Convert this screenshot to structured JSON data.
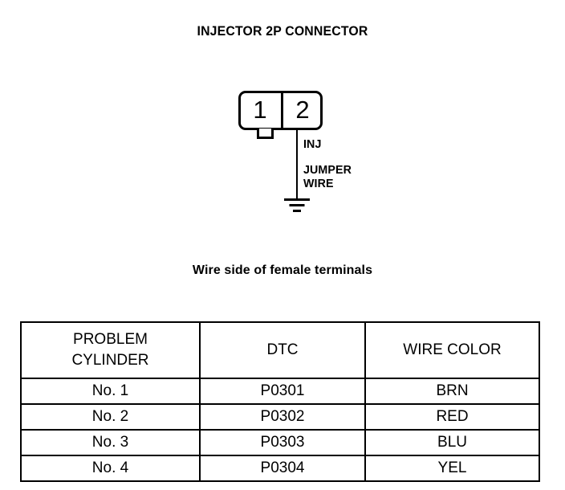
{
  "diagram": {
    "title": "INJECTOR 2P CONNECTOR",
    "caption": "Wire side of female terminals",
    "connector": {
      "pin_1_label": "1",
      "pin_2_label": "2"
    },
    "labels": {
      "inj": "INJ",
      "jumper": "JUMPER",
      "wire": "WIRE"
    },
    "icons": {
      "ground": "ground-symbol",
      "jumper_wire": "wire-line"
    },
    "colors": {
      "line": "#000000",
      "background": "#ffffff"
    }
  },
  "table": {
    "headers": [
      {
        "line1": "PROBLEM",
        "line2": "CYLINDER"
      },
      {
        "line1": "DTC",
        "line2": ""
      },
      {
        "line1": "WIRE COLOR",
        "line2": ""
      }
    ],
    "rows": [
      {
        "cylinder": "No. 1",
        "dtc": "P0301",
        "wire_color": "BRN"
      },
      {
        "cylinder": "No. 2",
        "dtc": "P0302",
        "wire_color": "RED"
      },
      {
        "cylinder": "No. 3",
        "dtc": "P0303",
        "wire_color": "BLU"
      },
      {
        "cylinder": "No. 4",
        "dtc": "P0304",
        "wire_color": "YEL"
      }
    ]
  }
}
